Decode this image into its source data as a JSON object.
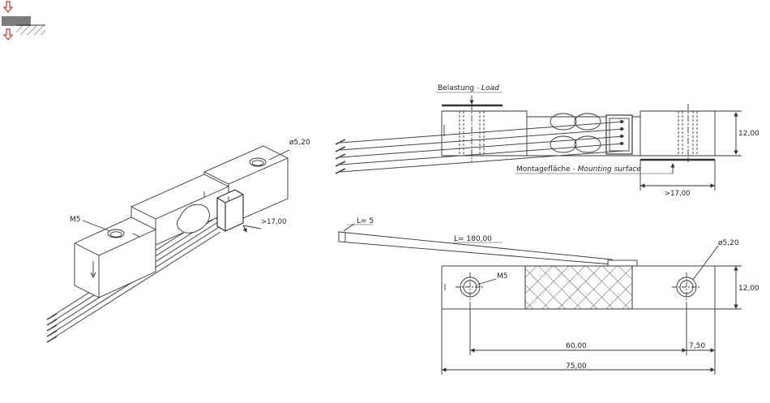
{
  "iso_view": {
    "thread_label": "M5",
    "hole_label": "ø5,20",
    "distance_label": ">17,00"
  },
  "side_view": {
    "load_label": "Belastung",
    "load_label_en": "- Load",
    "mounting_label": "Montagefläche",
    "mounting_label_en": "- Mounting surface",
    "height_label": "12,00",
    "distance_label": ">17,00"
  },
  "top_view": {
    "cable_short_label": "L= 5",
    "cable_length_label": "L= 180,00",
    "hole_label": "ø5,20",
    "thread_label": "M5",
    "width_label": "12,00",
    "hole_spacing_label": "60,00",
    "edge_offset_label": "7,50",
    "total_length_label": "75,00"
  },
  "colors": {
    "line": "#333333",
    "legend_bar": "#7d7d7d",
    "legend_arrow": "#c0392b"
  }
}
